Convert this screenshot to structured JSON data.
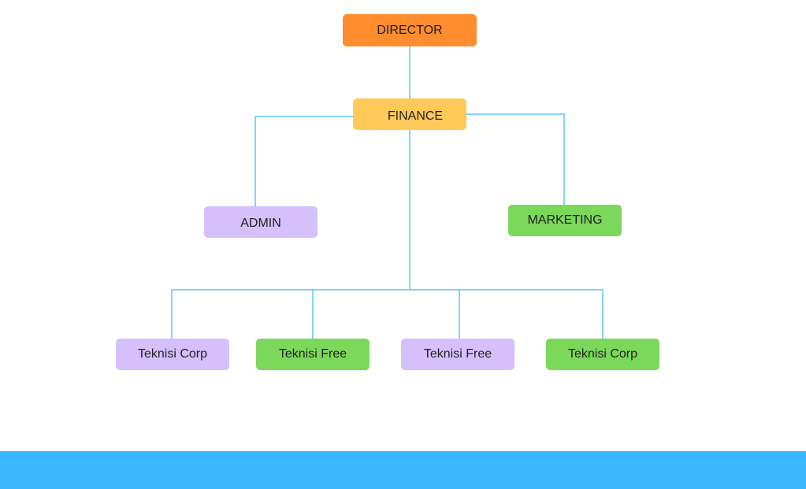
{
  "colors": {
    "director": "#FF8C2E",
    "finance": "#FFC95A",
    "admin": "#D5C0FB",
    "marketing": "#7CD85A",
    "tech_corp": "#D5C0FB",
    "tech_free": "#7CD85A",
    "connector": "#38B6FF",
    "footer": "#38B6FF"
  },
  "nodes": {
    "director": "DIRECTOR",
    "finance": "FINANCE",
    "admin": "ADMIN",
    "marketing": "MARKETING",
    "tech_1": "Teknisi Corp",
    "tech_2": "Teknisi Free",
    "tech_3": "Teknisi Free",
    "tech_4": "Teknisi Corp"
  }
}
